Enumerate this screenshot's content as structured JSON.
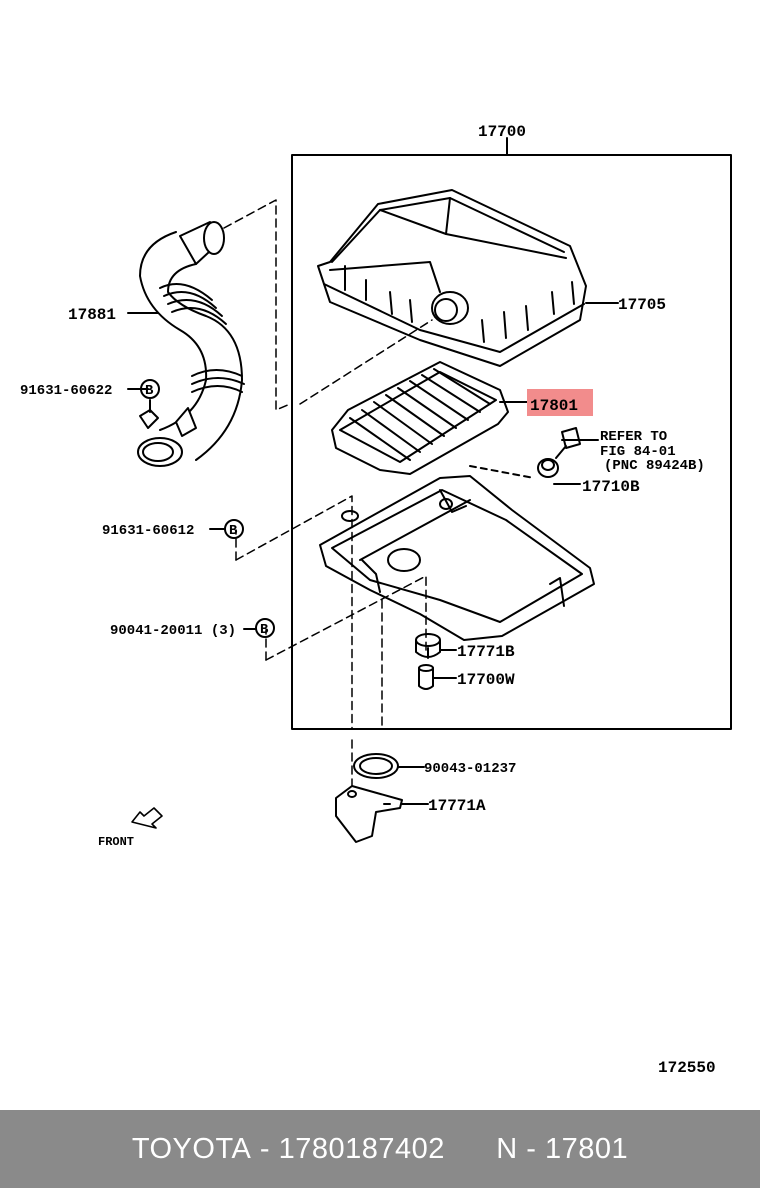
{
  "diagram": {
    "callouts": {
      "assembly": "17700",
      "hose": "17881",
      "clamp_1": "91631-60622",
      "cap": "17705",
      "element": "17801",
      "refer_line_1": "REFER TO",
      "refer_line_2": "FIG 84-01",
      "refer_line_3": "(PNC 89424B)",
      "bolt": "17710B",
      "clamp_2": "91631-60612",
      "bolt_set": "90041-20011 (3)",
      "cushion": "17771B",
      "collar": "17700W",
      "gasket": "90043-01237",
      "bracket": "17771A",
      "front": "FRONT",
      "figure_no": "172550"
    },
    "badge_letter": "B",
    "highlight_color": "#f28c8c"
  },
  "footer": {
    "brand": "TOYOTA",
    "part_number": "1780187402",
    "n_label": "N",
    "pnc": "17801"
  }
}
